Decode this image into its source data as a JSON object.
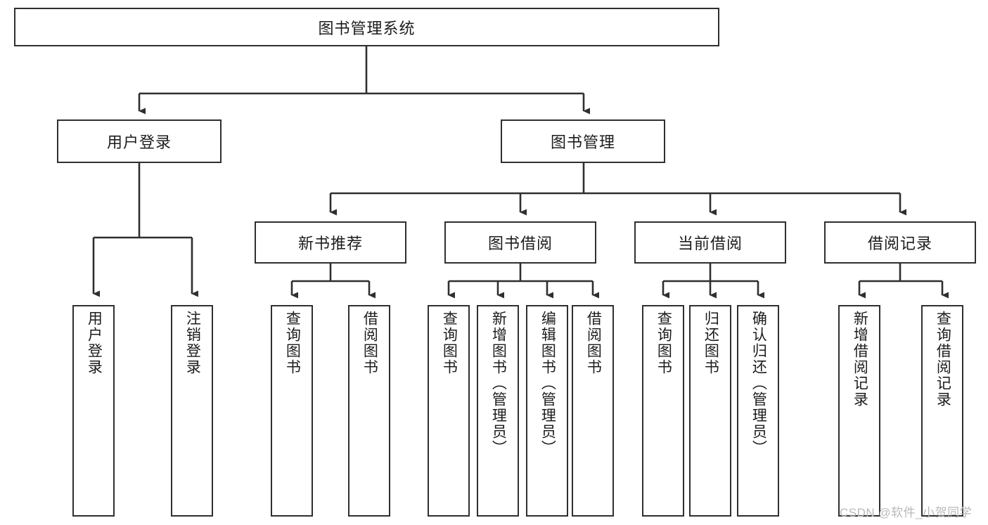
{
  "diagram": {
    "title_node": {
      "label": "图书管理系统"
    },
    "level2": [
      {
        "id": "user-login",
        "label": "用户登录"
      },
      {
        "id": "book-management",
        "label": "图书管理"
      }
    ],
    "level3": [
      {
        "id": "new-book-recommend",
        "label": "新书推荐"
      },
      {
        "id": "book-borrow",
        "label": "图书借阅"
      },
      {
        "id": "current-borrow",
        "label": "当前借阅"
      },
      {
        "id": "borrow-record",
        "label": "借阅记录"
      }
    ],
    "leaves": [
      {
        "id": "leaf-user-login",
        "label": "用户登录"
      },
      {
        "id": "leaf-logout-login",
        "label": "注销登录"
      },
      {
        "id": "leaf-query-book-1",
        "label": "查询图书"
      },
      {
        "id": "leaf-borrow-book-1",
        "label": "借阅图书"
      },
      {
        "id": "leaf-query-book-2",
        "label": "查询图书"
      },
      {
        "id": "leaf-add-book-admin",
        "label": "新增图书（管理员）"
      },
      {
        "id": "leaf-edit-book-admin",
        "label": "编辑图书（管理员）"
      },
      {
        "id": "leaf-borrow-book-2",
        "label": "借阅图书"
      },
      {
        "id": "leaf-query-book-3",
        "label": "查询图书"
      },
      {
        "id": "leaf-return-book",
        "label": "归还图书"
      },
      {
        "id": "leaf-confirm-return-admin",
        "label": "确认归还（管理员）"
      },
      {
        "id": "leaf-add-borrow-record",
        "label": "新增借阅记录"
      },
      {
        "id": "leaf-query-borrow-record",
        "label": "查询借阅记录"
      }
    ],
    "watermark": "CSDN @软件_小贺同学",
    "colors": {
      "stroke": "#2f2f2f",
      "background": "#ffffff",
      "text": "#1c1c1c",
      "watermark": "#b9b9b9"
    }
  }
}
